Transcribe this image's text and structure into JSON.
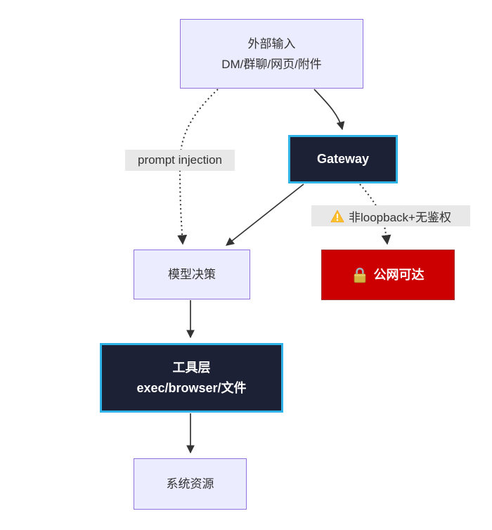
{
  "theme": {
    "canvas-bg": "#ffffff",
    "node-fill": "#ECECFF",
    "node-border": "#9370DB",
    "node-text": "#333333",
    "dark-fill": "#1c2135",
    "dark-border": "#2fb3e6",
    "dark-text": "#ffffff",
    "danger-fill": "#cc0000",
    "danger-border": "#9e3333",
    "label-bg": "#e8e8e8",
    "edge-color": "#333333"
  },
  "nodes": {
    "external_input": {
      "line1": "外部输入",
      "line2": "DM/群聊/网页/附件"
    },
    "gateway": {
      "label": "Gateway"
    },
    "model_decision": {
      "label": "模型决策"
    },
    "public_reachable": {
      "label": "公网可达",
      "icon": "lock-icon"
    },
    "tool_layer": {
      "line1": "工具层",
      "line2": "exec/browser/文件"
    },
    "system_resources": {
      "label": "系统资源"
    }
  },
  "edge_labels": {
    "prompt_injection": "prompt injection",
    "gateway_risk": "非loopback+无鉴权",
    "gateway_risk_icon": "warning-icon"
  }
}
